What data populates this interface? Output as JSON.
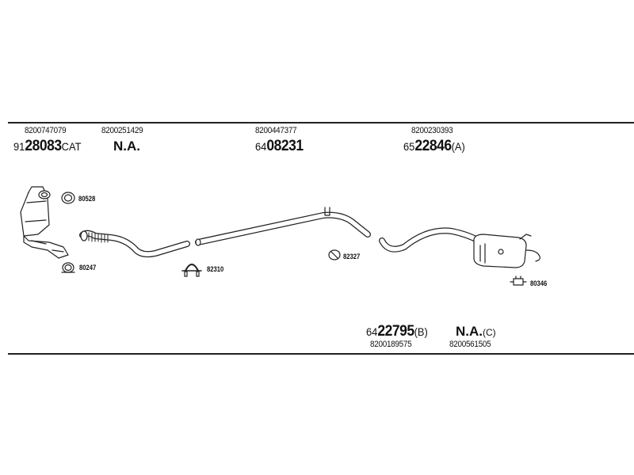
{
  "top_parts": [
    {
      "oe": "8200747079",
      "prefix": "91",
      "number": "28083",
      "suffix": "CAT"
    },
    {
      "oe": "8200251429",
      "na": "N.A."
    },
    {
      "oe": "8200447377",
      "prefix": "64",
      "number": "08231",
      "suffix": ""
    },
    {
      "oe": "8200230393",
      "prefix": "65",
      "number": "22846",
      "suffix": "(A)"
    }
  ],
  "bottom_parts": [
    {
      "oe": "8200189575",
      "prefix": "64",
      "number": "22795",
      "suffix": "(B)"
    },
    {
      "oe": "8200561505",
      "na": "N.A.",
      "suffix": "(C)"
    }
  ],
  "fittings": [
    {
      "code": "80528",
      "icon": "gasket-ring-icon"
    },
    {
      "code": "80247",
      "icon": "gasket-ring-icon"
    },
    {
      "code": "82310",
      "icon": "pipe-clamp-icon"
    },
    {
      "code": "82327",
      "icon": "clamp-ring-icon"
    },
    {
      "code": "80346",
      "icon": "rubber-hanger-icon"
    }
  ]
}
